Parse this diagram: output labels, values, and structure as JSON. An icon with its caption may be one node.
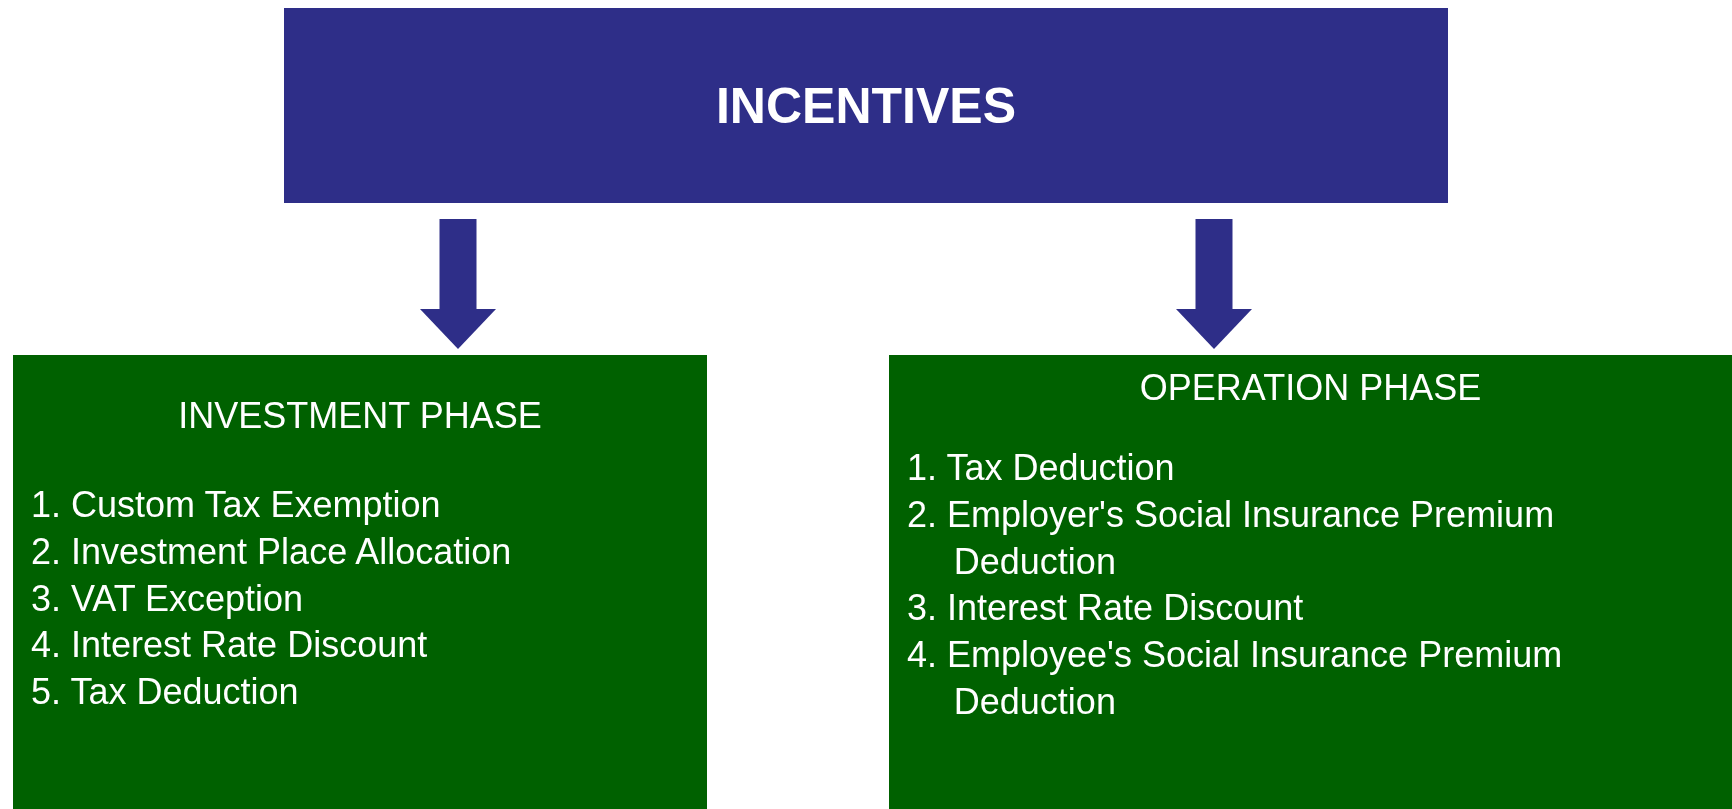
{
  "diagram": {
    "nodes": [
      {
        "text": [
          "INCENTIVES"
        ]
      },
      {
        "text": [
          "INVESTMENT PHASE",
          "1. Custom Tax Exemption",
          "2. Investment Place Allocation",
          "3. VAT Exception",
          "4. Interest Rate Discount",
          "5. Tax Deduction"
        ]
      },
      {
        "text": [
          "OPERATION PHASE",
          "1. Tax Deduction",
          "2. Employer's Social Insurance Premium Deduction",
          "3. Interest Rate Discount",
          "4. Employee's Social Insurance Premium Deduction"
        ]
      }
    ],
    "edges": [
      {
        "from": 0,
        "to": 1,
        "arrow": "to"
      },
      {
        "from": 0,
        "to": 2,
        "arrow": "to"
      }
    ]
  }
}
